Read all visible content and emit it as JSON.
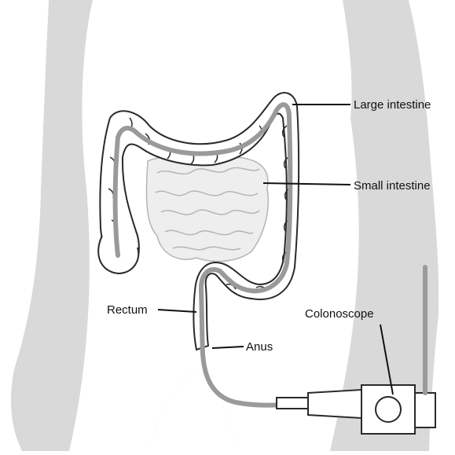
{
  "labels": {
    "large_intestine": "Large intestine",
    "small_intestine": "Small intestine",
    "rectum": "Rectum",
    "anus": "Anus",
    "colonoscope": "Colonoscope"
  },
  "colors": {
    "body_silhouette": "#d9d9d9",
    "colon_fill": "#ffffff",
    "outline": "#2a2a2a",
    "scope_tube": "#9a9a9a",
    "small_intestine_lines": "#b5b5b5",
    "leader_line": "#111111"
  }
}
